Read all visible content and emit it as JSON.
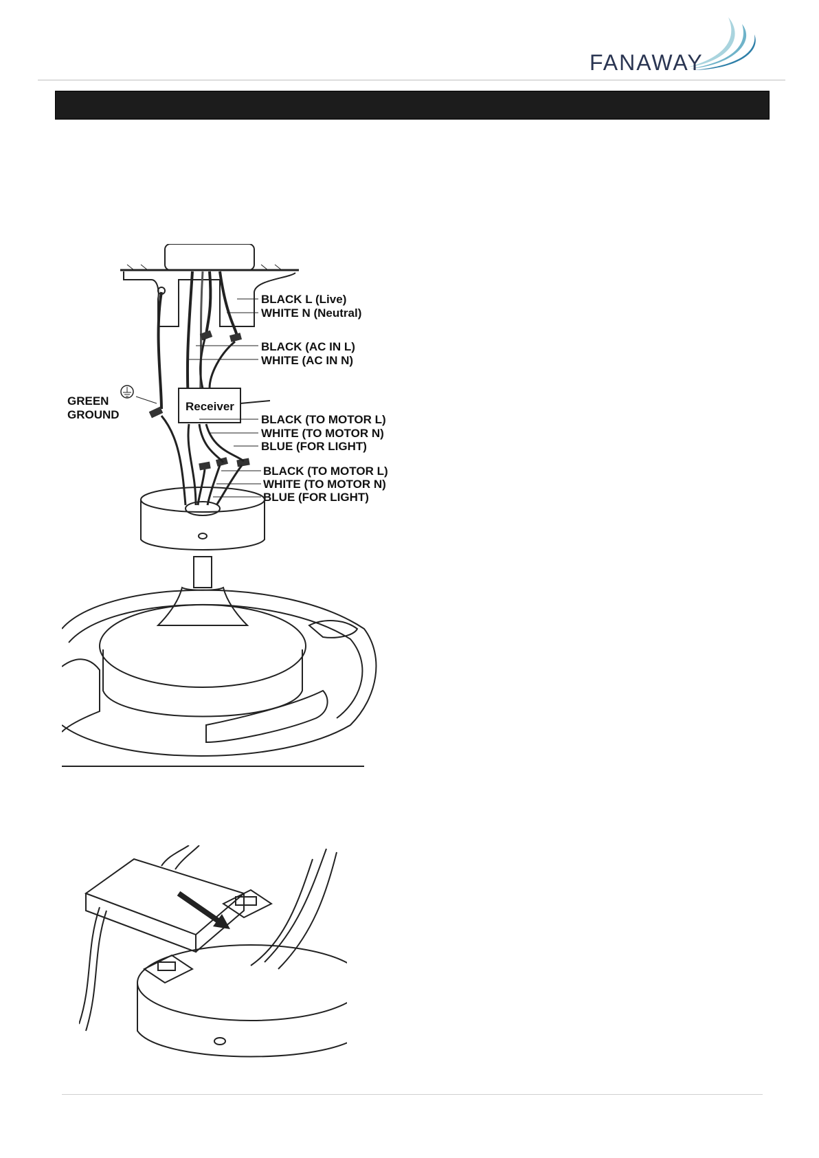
{
  "brand": {
    "name": "FANAWAY",
    "text_color": "#2a3552",
    "wave_colors": [
      "#2e7fa8",
      "#6fb3c9",
      "#a9d4de"
    ]
  },
  "header": {
    "title_bar_color": "#1c1c1c"
  },
  "diagram_main": {
    "labels": {
      "black_live": "BLACK L (Live)",
      "white_neutral": "WHITE N (Neutral)",
      "black_ac_in": "BLACK  (AC IN L)",
      "white_ac_in": "WHITE (AC IN N)",
      "green": "GREEN",
      "ground": "GROUND",
      "receiver": "Receiver",
      "black_motor_1": "BLACK (TO MOTOR L)",
      "white_motor_1": "WHITE (TO MOTOR N)",
      "blue_light_1": "BLUE (FOR LIGHT)",
      "black_motor_2": "BLACK (TO MOTOR L)",
      "white_motor_2": "WHITE (TO MOTOR N)",
      "blue_light_2": "BLUE (FOR LIGHT)"
    },
    "icons": [
      "ground-symbol-icon"
    ]
  },
  "diagram_receiver": {
    "icons": [
      "insert-arrow-icon"
    ]
  }
}
